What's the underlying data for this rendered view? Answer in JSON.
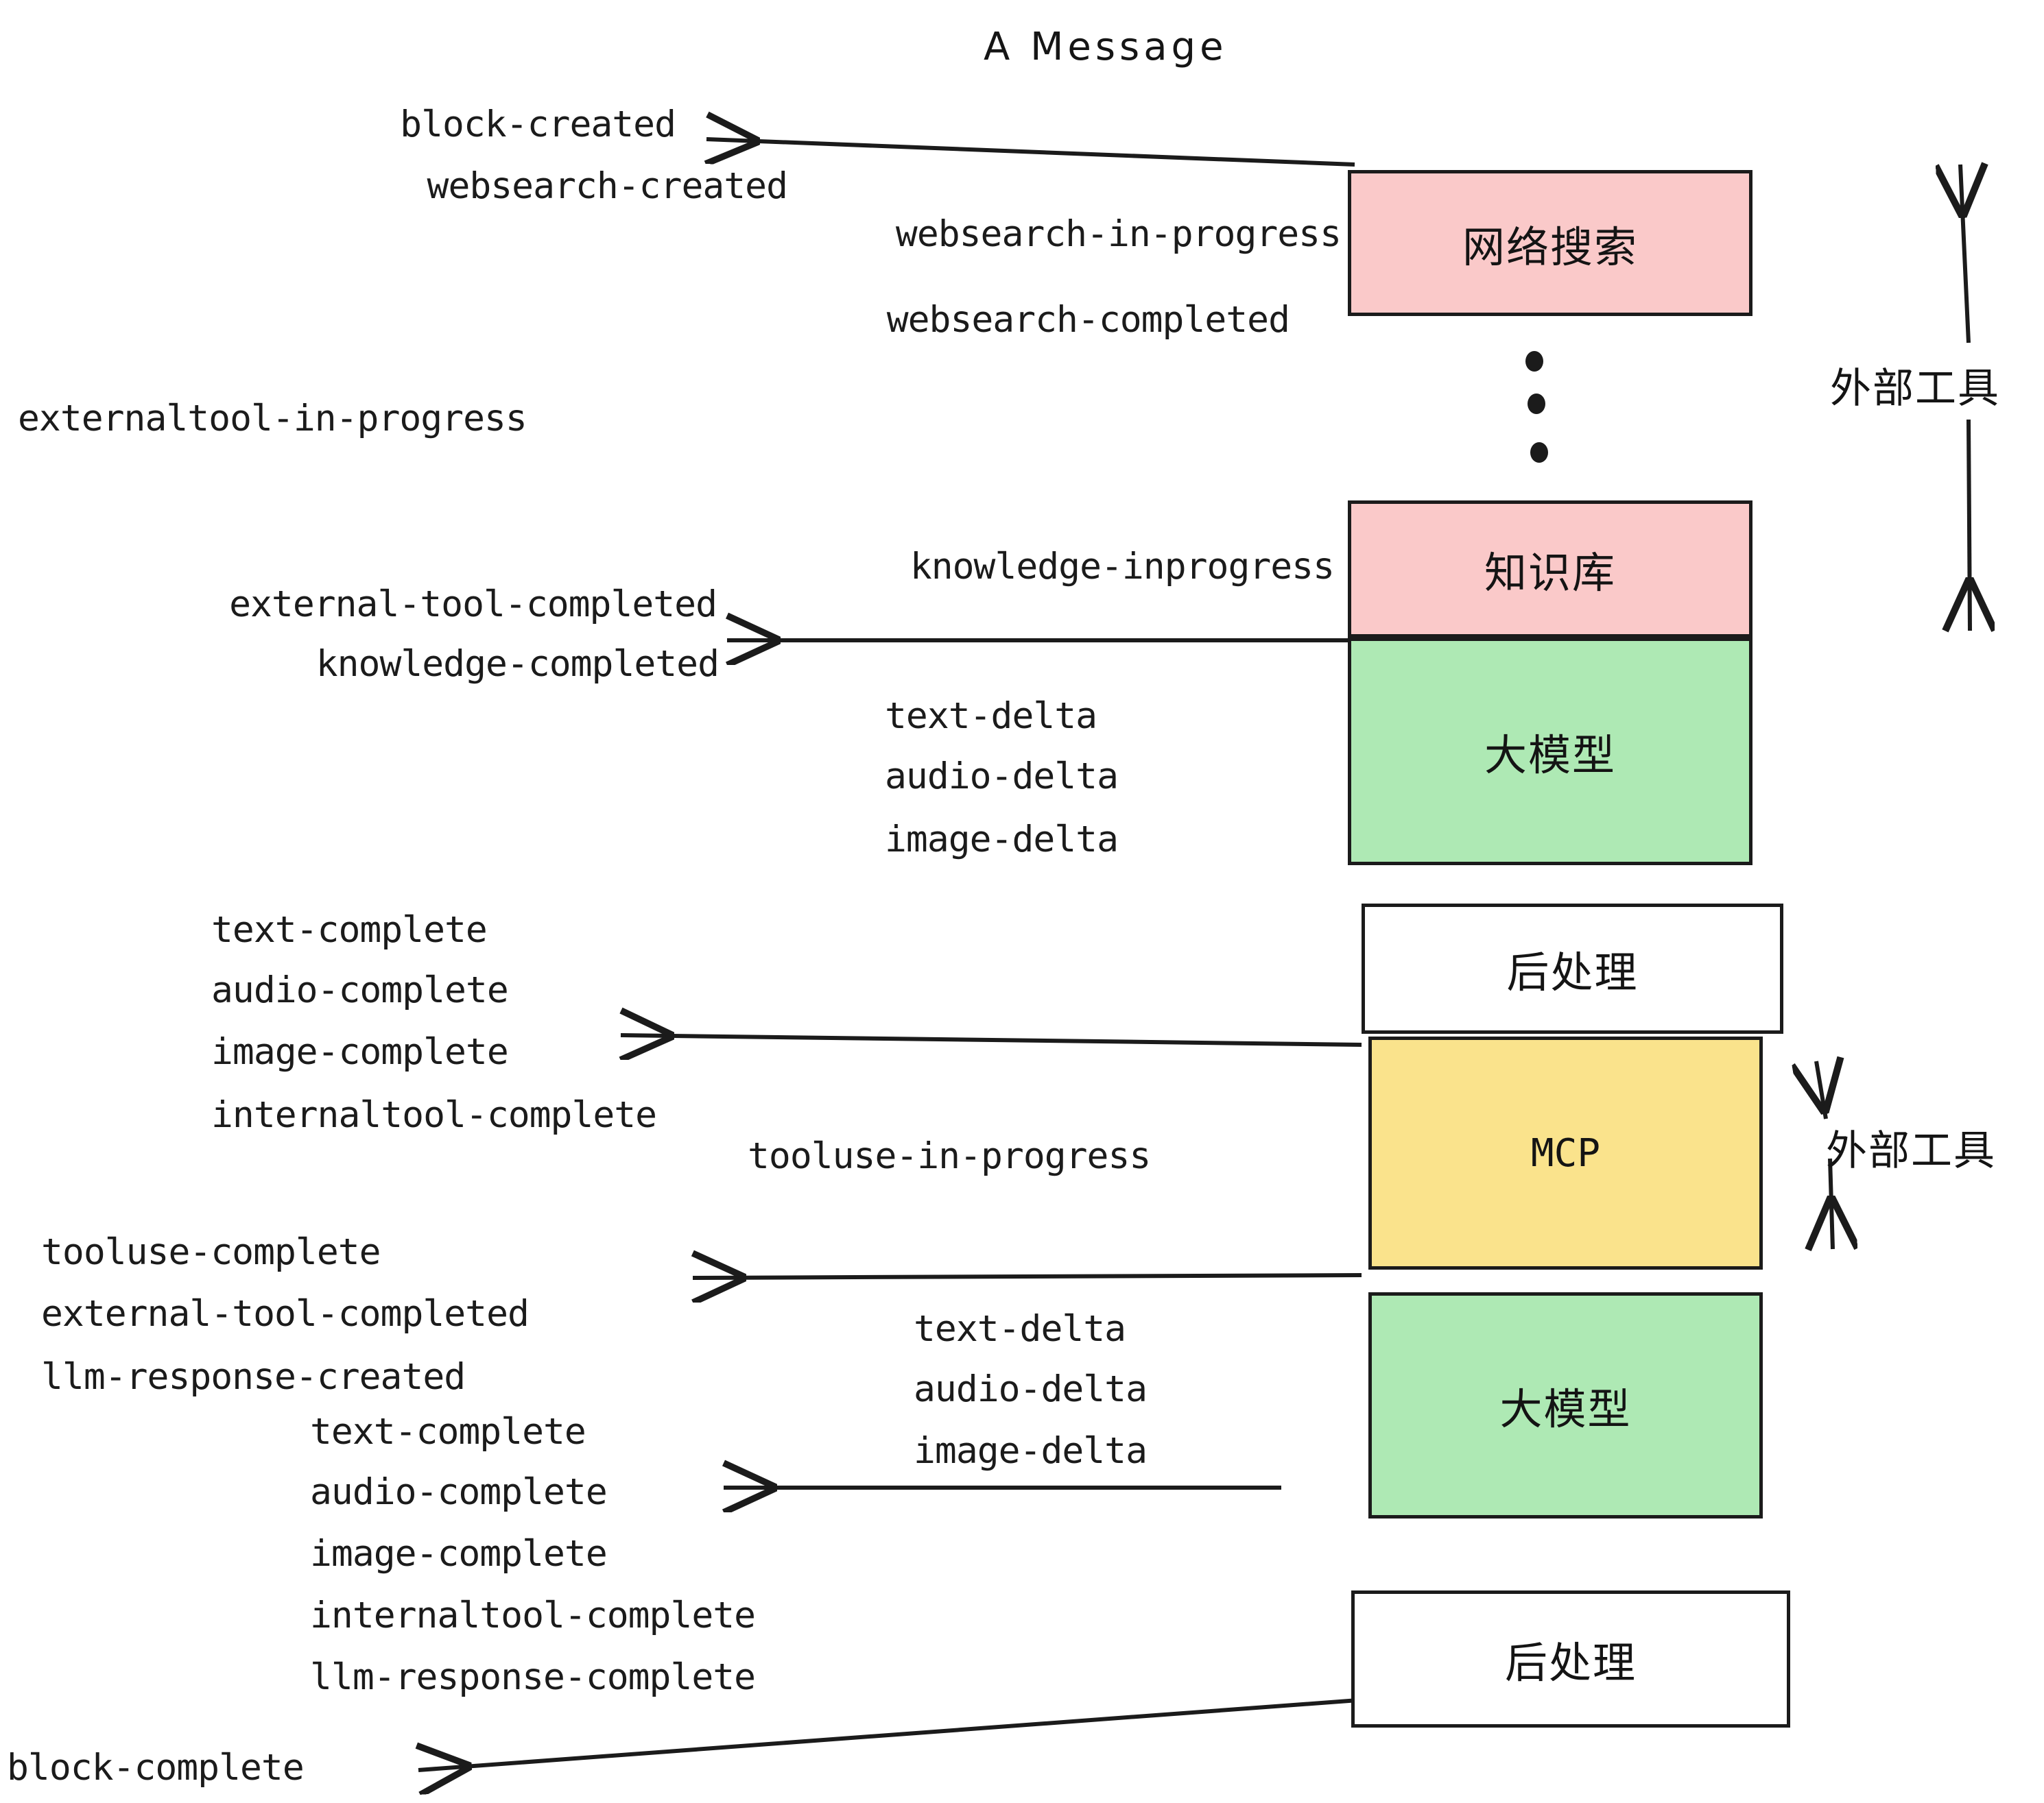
{
  "title": "A Message",
  "colors": {
    "pink": "#FAC9C9",
    "green": "#AEE9B4",
    "yellow": "#FAE38C",
    "white": "#FFFFFF",
    "stroke": "#1b1b1b"
  },
  "boxes": [
    {
      "id": "websearch",
      "label": "网络搜索",
      "fill": "#FAC9C9",
      "latin": false
    },
    {
      "id": "knowledge",
      "label": "知识库",
      "fill": "#FAC9C9",
      "latin": false
    },
    {
      "id": "llm-1",
      "label": "大模型",
      "fill": "#AEE9B4",
      "latin": false
    },
    {
      "id": "postproc-1",
      "label": "后处理",
      "fill": "#FFFFFF",
      "latin": false
    },
    {
      "id": "mcp",
      "label": "MCP",
      "fill": "#FAE38C",
      "latin": true
    },
    {
      "id": "llm-2",
      "label": "大模型",
      "fill": "#AEE9B4",
      "latin": false
    },
    {
      "id": "postproc-2",
      "label": "后处理",
      "fill": "#FFFFFF",
      "latin": false
    }
  ],
  "side_labels": [
    {
      "id": "external-tool-top",
      "text": "外部工具"
    },
    {
      "id": "external-tool-bottom",
      "text": "外部工具"
    }
  ],
  "events": [
    {
      "id": "block-created",
      "text": "block-created"
    },
    {
      "id": "websearch-created",
      "text": "websearch-created"
    },
    {
      "id": "websearch-in-progress",
      "text": "websearch-in-progress"
    },
    {
      "id": "websearch-completed",
      "text": "websearch-completed"
    },
    {
      "id": "externaltool-in-progress",
      "text": "externaltool-in-progress"
    },
    {
      "id": "knowledge-inprogress",
      "text": "knowledge-inprogress"
    },
    {
      "id": "external-tool-completed-1",
      "text": "external-tool-completed"
    },
    {
      "id": "knowledge-completed",
      "text": "knowledge-completed"
    },
    {
      "id": "text-delta-1",
      "text": "text-delta"
    },
    {
      "id": "audio-delta-1",
      "text": "audio-delta"
    },
    {
      "id": "image-delta-1",
      "text": "image-delta"
    },
    {
      "id": "text-complete-1",
      "text": "text-complete"
    },
    {
      "id": "audio-complete-1",
      "text": "audio-complete"
    },
    {
      "id": "image-complete-1",
      "text": "image-complete"
    },
    {
      "id": "internaltool-complete-1",
      "text": "internaltool-complete"
    },
    {
      "id": "tooluse-in-progress",
      "text": "tooluse-in-progress"
    },
    {
      "id": "tooluse-complete",
      "text": "tooluse-complete"
    },
    {
      "id": "external-tool-completed-2",
      "text": "external-tool-completed"
    },
    {
      "id": "llm-response-created",
      "text": "llm-response-created"
    },
    {
      "id": "text-delta-2",
      "text": "text-delta"
    },
    {
      "id": "audio-delta-2",
      "text": "audio-delta"
    },
    {
      "id": "image-delta-2",
      "text": "image-delta"
    },
    {
      "id": "text-complete-2",
      "text": "text-complete"
    },
    {
      "id": "audio-complete-2",
      "text": "audio-complete"
    },
    {
      "id": "image-complete-2",
      "text": "image-complete"
    },
    {
      "id": "internaltool-complete-2",
      "text": "internaltool-complete"
    },
    {
      "id": "llm-response-complete",
      "text": "llm-response-complete"
    },
    {
      "id": "block-complete",
      "text": "block-complete"
    }
  ]
}
